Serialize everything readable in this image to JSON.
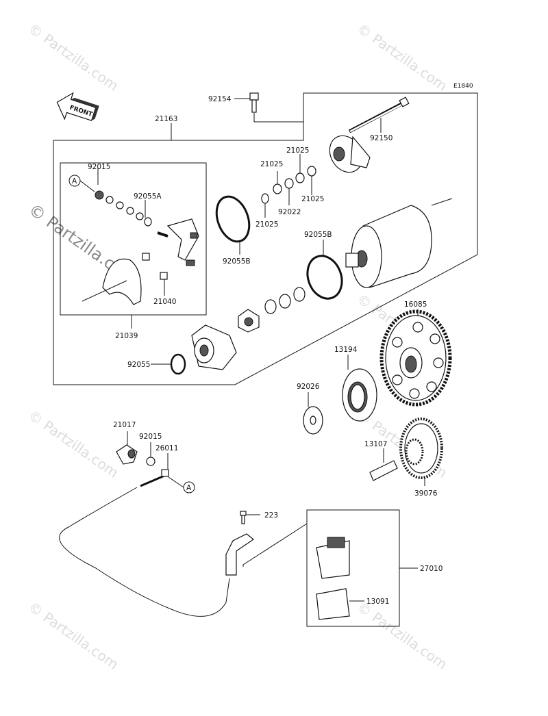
{
  "diagram": {
    "code": "E1840",
    "front_label": "FRONT",
    "watermark": "© Partzilla.com",
    "callouts": {
      "p92154": "92154",
      "p92150": "92150",
      "p21163": "21163",
      "p92015_top": "92015",
      "p92055A": "92055A",
      "p21040": "21040",
      "p21039": "21039",
      "p21025_a": "21025",
      "p21025_b": "21025",
      "p21025_c": "21025",
      "p21025_d": "21025",
      "p92022": "92022",
      "p92055B_left": "92055B",
      "p92055B_right": "92055B",
      "p92055": "92055",
      "p16085": "16085",
      "p13194": "13194",
      "p92026": "92026",
      "p13107": "13107",
      "p39076": "39076",
      "p21017": "21017",
      "p92015_bottom": "92015",
      "p26011": "26011",
      "p223": "223",
      "p27010": "27010",
      "p13091": "13091"
    },
    "ref_marks": {
      "a_top": "A",
      "a_bottom": "A"
    }
  }
}
